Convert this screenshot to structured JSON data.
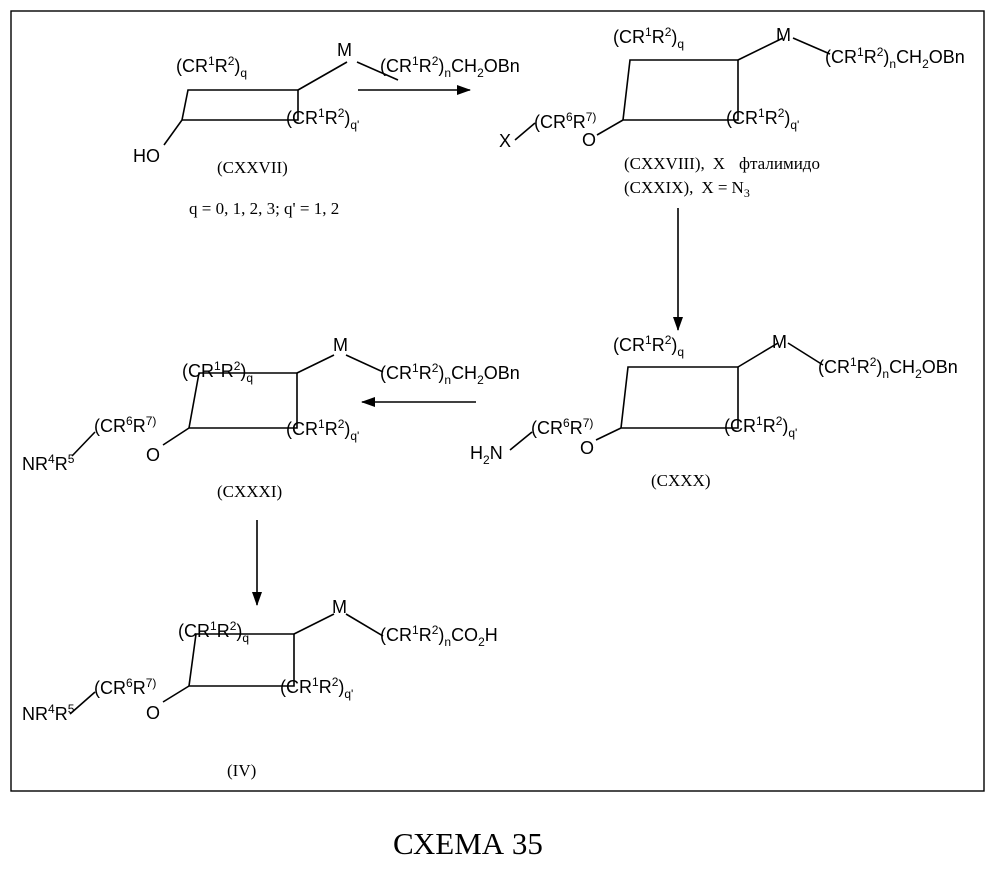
{
  "scheme": {
    "title": "СХЕМА 35",
    "chem": {
      "M": "M",
      "O": "O",
      "HO": "HO",
      "X": "X",
      "H": "H",
      "N": "N",
      "two": "2",
      "NR": "NR",
      "four": "4",
      "R": "R",
      "five": "5",
      "open_cr": "(CR",
      "one": "1",
      "close": ")",
      "q": "q",
      "qprime": "q'",
      "n": "n",
      "ch": "CH",
      "obn": "OBn",
      "co": "CO",
      "h": "H",
      "six": "6",
      "seven": "7",
      "seven_paren": "7)"
    },
    "compounds": {
      "CXXVII": {
        "label": "(CXXVII)",
        "conditions": "q = 0, 1, 2, 3; q' = 1, 2"
      },
      "CXXVIII": {
        "label": "(CXXVIII),",
        "x_text": "X",
        "x_value": "фталимидо"
      },
      "CXXIX": {
        "label": "(CXXIX),",
        "x_text": "X =",
        "x_value": "N",
        "x_sub": "3"
      },
      "CXXX": {
        "label": "(CXXX)"
      },
      "CXXXI": {
        "label": "(CXXXI)"
      },
      "IV": {
        "label": "(IV)"
      }
    }
  }
}
